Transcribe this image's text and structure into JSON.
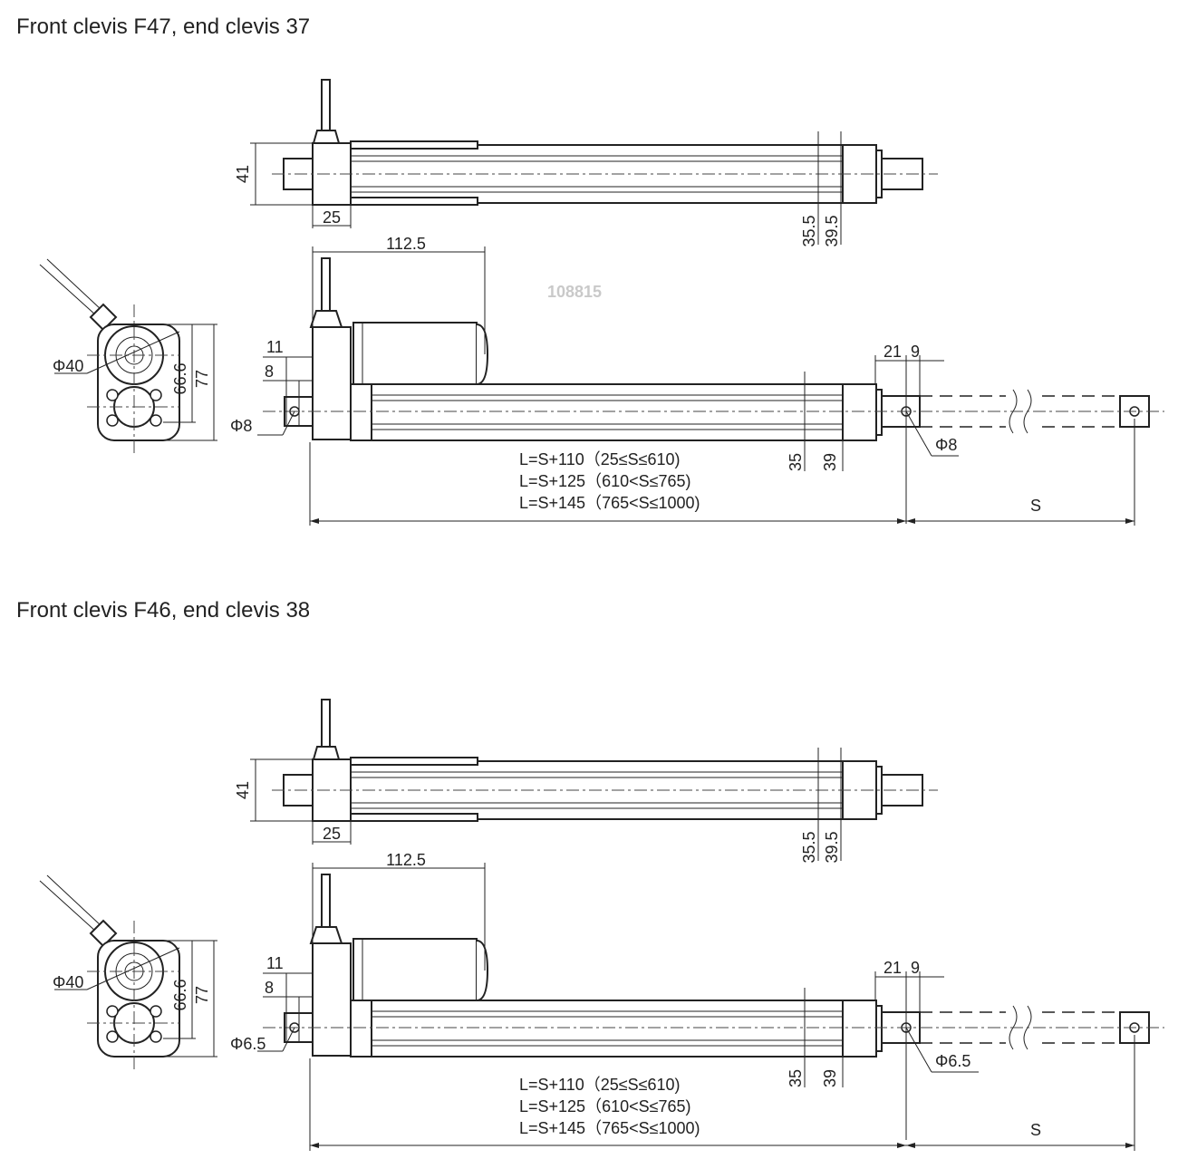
{
  "sections": [
    {
      "title": "Front clevis F47, end clevis 37",
      "dims": {
        "top_height": "41",
        "top_width": "25",
        "top_pos_a": "35.5",
        "top_pos_b": "39.5",
        "motor_len": "112.5",
        "end_d": "Φ40",
        "end_h1": "66.6",
        "end_h2": "77",
        "front_a": "11",
        "front_b": "8",
        "front_hole": "Φ8",
        "rear_a": "21",
        "rear_b": "9",
        "rear_hole": "Φ8",
        "side_a": "35",
        "side_b": "39",
        "stroke": "S"
      },
      "formulas": [
        "L=S+110（25≤S≤610)",
        "L=S+125（610<S≤765)",
        "L=S+145（765<S≤1000)"
      ],
      "code": "108815"
    },
    {
      "title": "Front clevis F46, end clevis 38",
      "dims": {
        "top_height": "41",
        "top_width": "25",
        "top_pos_a": "35.5",
        "top_pos_b": "39.5",
        "motor_len": "112.5",
        "end_d": "Φ40",
        "end_h1": "66.6",
        "end_h2": "77",
        "front_a": "11",
        "front_b": "8",
        "front_hole": "Φ6.5",
        "rear_a": "21",
        "rear_b": "9",
        "rear_hole": "Φ6.5",
        "side_a": "35",
        "side_b": "39",
        "stroke": "S"
      },
      "formulas": [
        "L=S+110（25≤S≤610)",
        "L=S+125（610<S≤765)",
        "L=S+145（765<S≤1000)"
      ],
      "code": ""
    }
  ]
}
